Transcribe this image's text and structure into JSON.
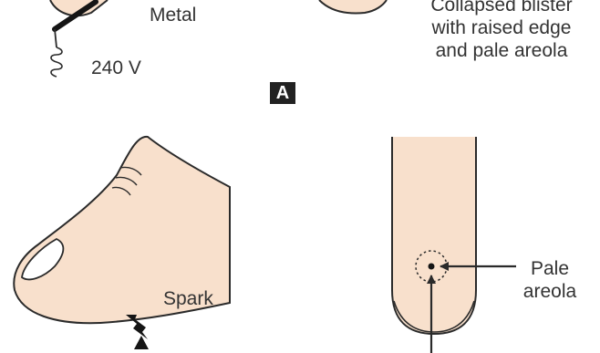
{
  "labels": {
    "metal": "Metal",
    "voltage": "240 V",
    "blister": [
      "Collapsed blister",
      "with raised edge",
      "and pale areola"
    ],
    "panel": "A",
    "spark": "Spark",
    "pale_areola": [
      "Pale",
      "areola"
    ]
  },
  "colors": {
    "skin": "#f8e0cc",
    "outline": "#2a2a2a",
    "nail": "#ffffff",
    "badge": "#222222",
    "text": "#333333"
  }
}
